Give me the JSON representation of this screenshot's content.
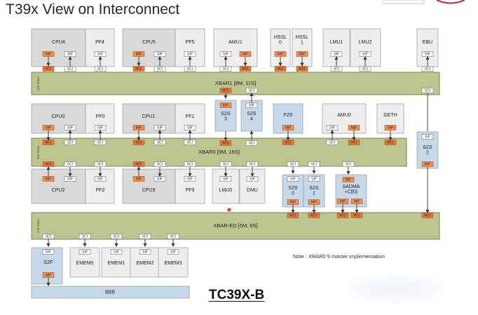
{
  "title": "T39x View on Interconnect",
  "chip_label": "TC39X-B",
  "note": "Note :  XBAR0 9 master implementation",
  "side_label": "Def Slave",
  "colors": {
    "bus_fill": "#bcc58f",
    "bus_stroke": "#7b8456",
    "box_grey": "#d9d9d9",
    "box_light": "#eeeeee",
    "box_blue": "#c6d9eb",
    "mif_orange": "#e98f52",
    "mci_orange": "#e0783c",
    "mif_text": "#5a2a0e",
    "line": "#333333",
    "red_dot": "#e0413c"
  },
  "buses": [
    {
      "id": "xbar1",
      "label": "XBAR1 [8M, 11S]"
    },
    {
      "id": "xbar0",
      "label": "XBAR0 [9M, 15S]"
    },
    {
      "id": "xbared",
      "label": "XBAR-ED [5M, 6S]"
    }
  ],
  "blocks": [
    {
      "id": "cpu4",
      "label": "CPU4"
    },
    {
      "id": "pf4",
      "label": "PF4"
    },
    {
      "id": "cpu5",
      "label": "CPU5"
    },
    {
      "id": "pf5",
      "label": "PF5"
    },
    {
      "id": "amu1",
      "label": "AMU1"
    },
    {
      "id": "hssl0",
      "label": "HSSL\n0"
    },
    {
      "id": "hssl1",
      "label": "HSSL\n1"
    },
    {
      "id": "lmu1",
      "label": "LMU1"
    },
    {
      "id": "lmu2",
      "label": "LMU2"
    },
    {
      "id": "ebu",
      "label": "EBU"
    },
    {
      "id": "s2s3",
      "label": "S2S\n3"
    },
    {
      "id": "s2s4",
      "label": "S2S\n4"
    },
    {
      "id": "cpu0",
      "label": "CPU0"
    },
    {
      "id": "pf0",
      "label": "PF0"
    },
    {
      "id": "cpu1",
      "label": "CPU1"
    },
    {
      "id": "pf1",
      "label": "PF1"
    },
    {
      "id": "f2s",
      "label": "F2S"
    },
    {
      "id": "amu0",
      "label": "AMU0"
    },
    {
      "id": "geth",
      "label": "GETH"
    },
    {
      "id": "s2s2",
      "label": "S2S\n2"
    },
    {
      "id": "cpu2",
      "label": "CPU2"
    },
    {
      "id": "pf2",
      "label": "PF2"
    },
    {
      "id": "cpu3",
      "label": "CPU3"
    },
    {
      "id": "pf3",
      "label": "PF3"
    },
    {
      "id": "lmu0",
      "label": "LMU0"
    },
    {
      "id": "dmu",
      "label": "DMU"
    },
    {
      "id": "s2s0",
      "label": "S2S\n0"
    },
    {
      "id": "s2s1",
      "label": "S2S\n1"
    },
    {
      "id": "sadma",
      "label": "SADMA\n+CBS"
    },
    {
      "id": "s2f",
      "label": "S2F"
    },
    {
      "id": "emem0",
      "label": "EMEM0"
    },
    {
      "id": "emem1",
      "label": "EMEM1"
    },
    {
      "id": "emem2",
      "label": "EMEM2"
    },
    {
      "id": "emem3",
      "label": "EMEM3"
    },
    {
      "id": "bbb",
      "label": "BBB"
    }
  ],
  "port_labels": {
    "mif": "MIF",
    "sif": "SIF",
    "mci": "MCI",
    "sci": "SCI"
  }
}
